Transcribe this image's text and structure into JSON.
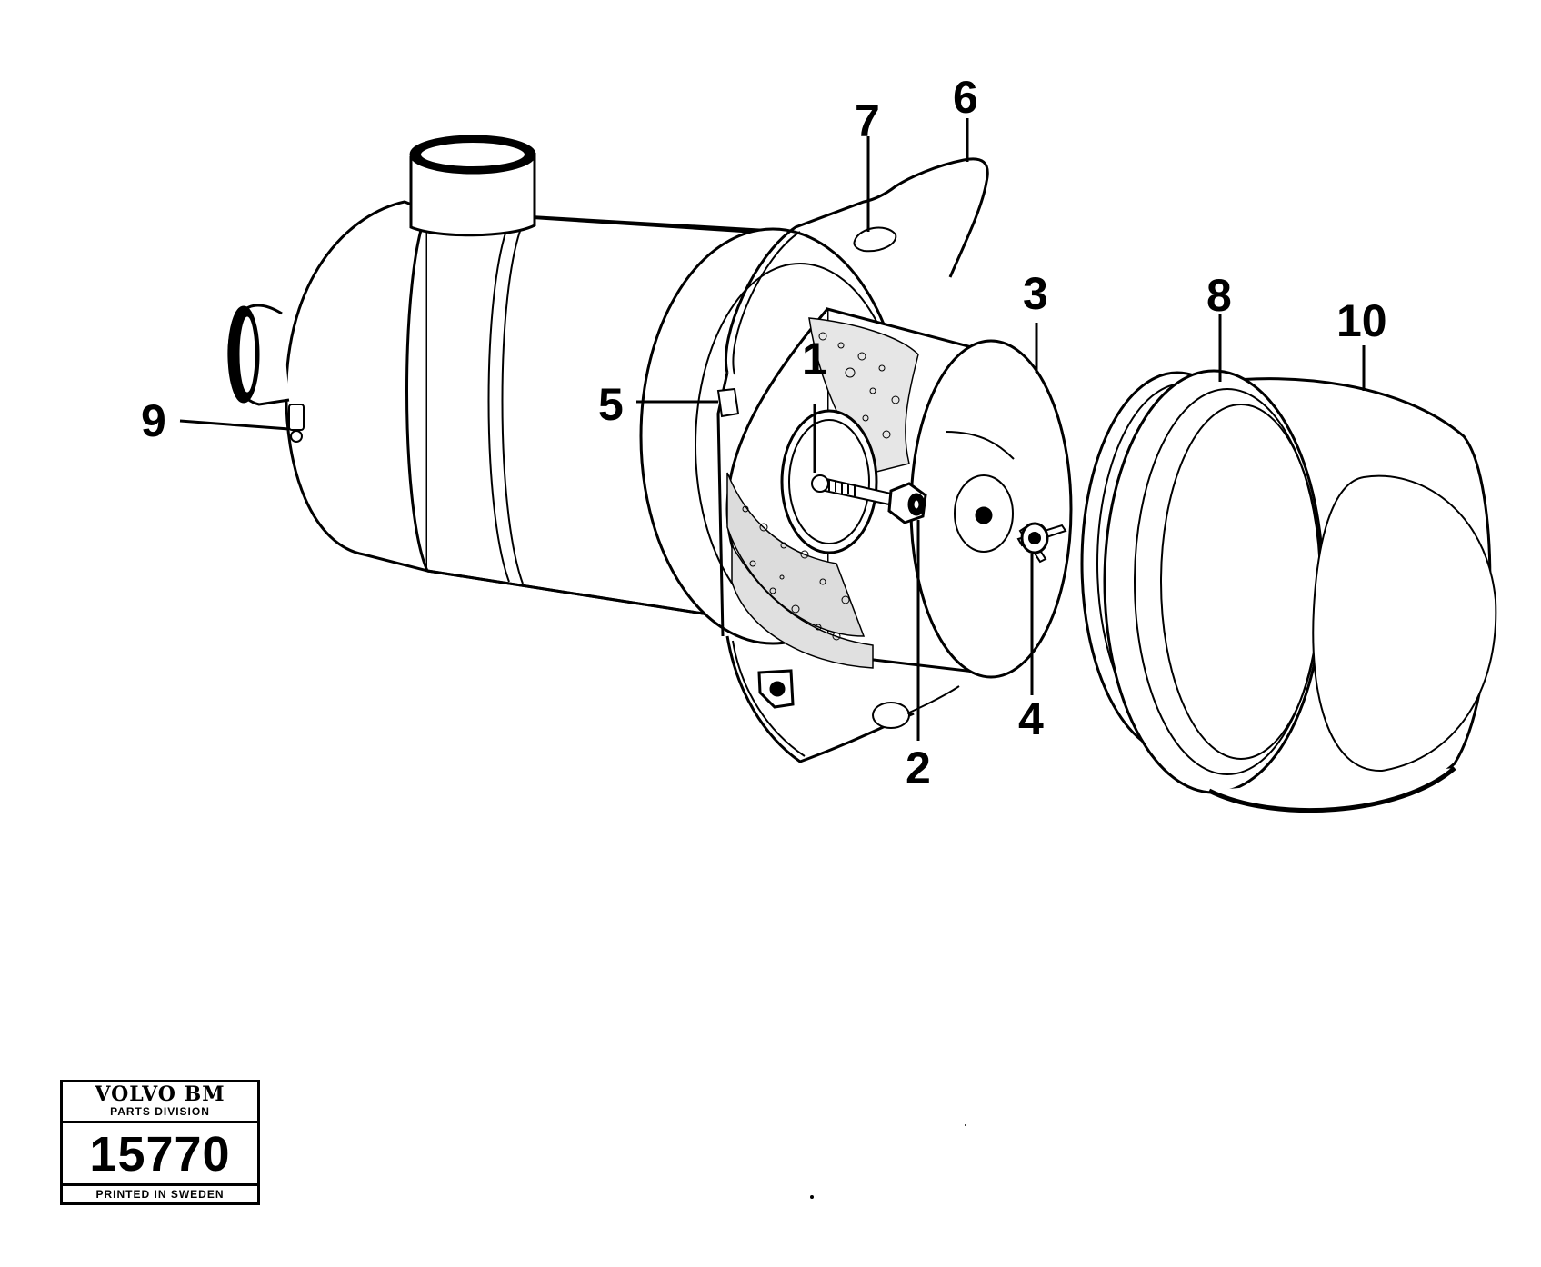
{
  "callouts": {
    "c1": "1",
    "c2": "2",
    "c3": "3",
    "c4": "4",
    "c5": "5",
    "c6": "6",
    "c7": "7",
    "c8": "8",
    "c9": "9",
    "c10": "10"
  },
  "stamp": {
    "brand": "VOLVO BM",
    "division": "PARTS DIVISION",
    "number": "15770",
    "footer": "PRINTED IN SWEDEN"
  },
  "colors": {
    "ink": "#000000",
    "paper": "#ffffff"
  }
}
